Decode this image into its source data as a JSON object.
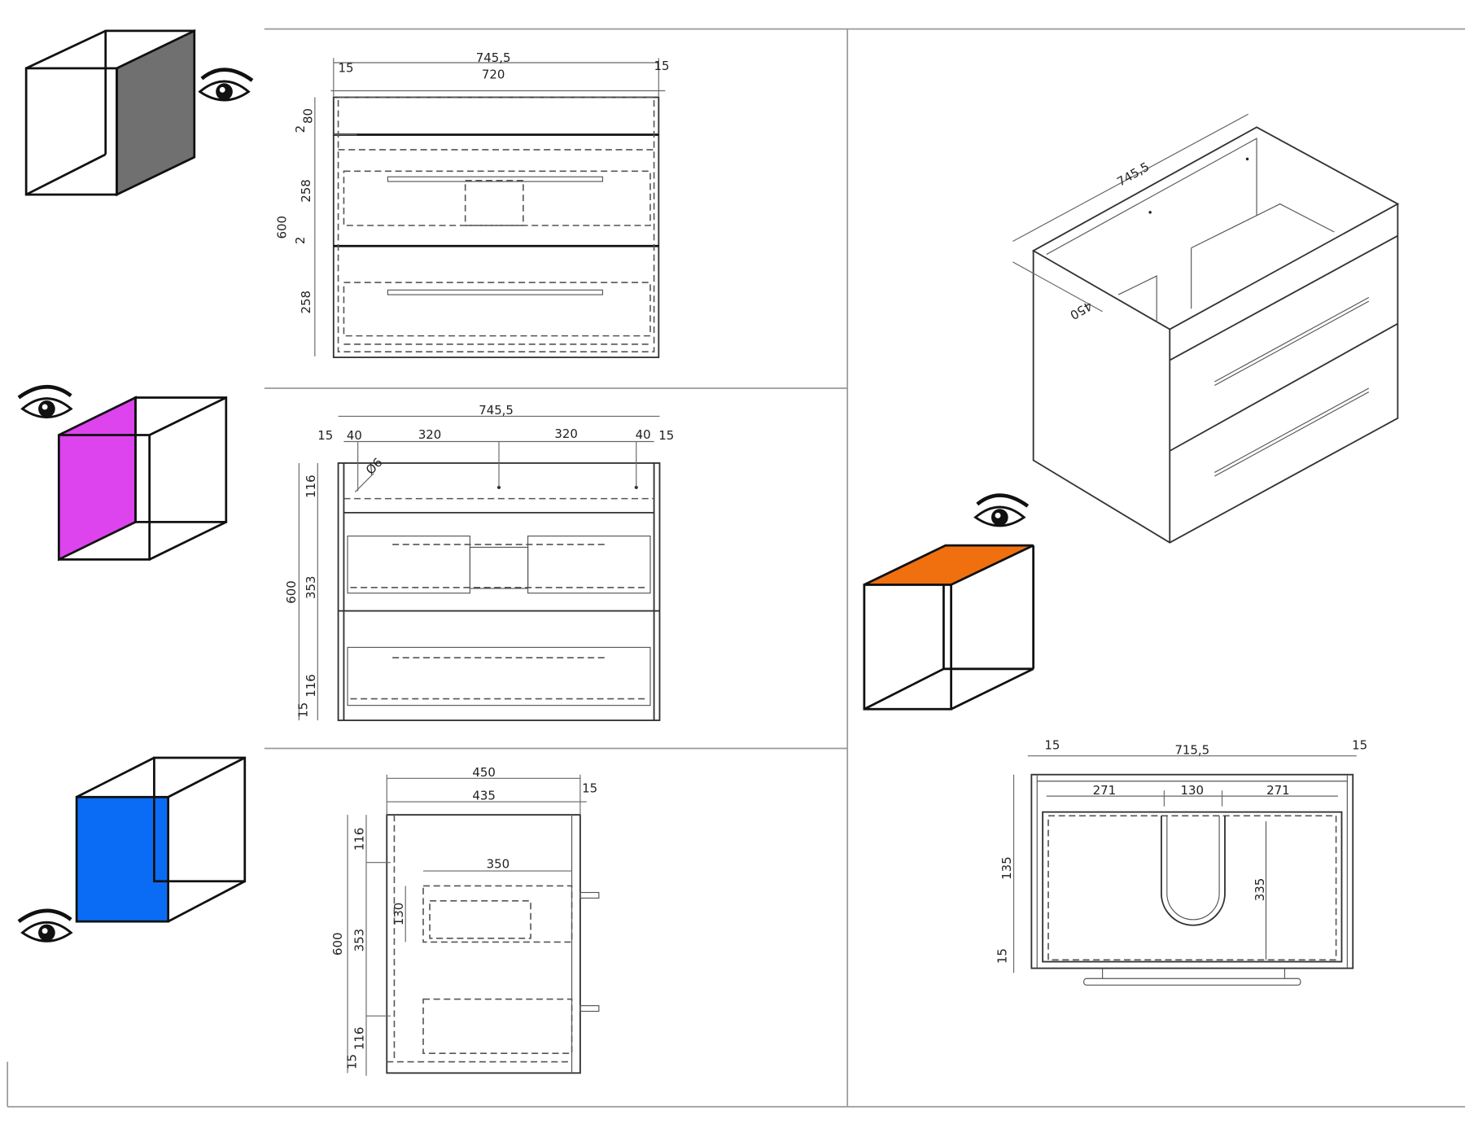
{
  "colors": {
    "gray_face": "#707070",
    "magenta_face": "#dd44ee",
    "blue_face": "#0a6cf5",
    "orange_face": "#f07010"
  },
  "icons": [
    "eye-icon",
    "cube-icon"
  ],
  "front_view": {
    "overall_width": "745,5",
    "inner_width": "720",
    "side_left": "15",
    "side_right": "15",
    "height": "600",
    "top_rail": "80",
    "gap1": "2",
    "drawer1": "258",
    "gap2": "2",
    "drawer2": "258"
  },
  "back_view": {
    "overall_width": "745,5",
    "side_left": "15",
    "offset_left": "40",
    "span_left": "320",
    "span_right": "320",
    "offset_right": "40",
    "side_right": "15",
    "hole": "Ø6",
    "height": "600",
    "top": "116",
    "middle": "353",
    "bottom": "116",
    "base": "15"
  },
  "side_view": {
    "depth": "450",
    "inner_depth": "435",
    "back": "15",
    "cutout_width": "350",
    "cutout_height": "130",
    "height": "600",
    "top": "116",
    "middle": "353",
    "bottom": "116",
    "base": "15"
  },
  "iso_view": {
    "width": "745,5",
    "depth": "450"
  },
  "top_view": {
    "side_left": "15",
    "inner_width": "715,5",
    "side_right": "15",
    "left": "271",
    "cutout": "130",
    "right": "271",
    "depth": "135",
    "front": "15",
    "cutout_depth": "335"
  }
}
